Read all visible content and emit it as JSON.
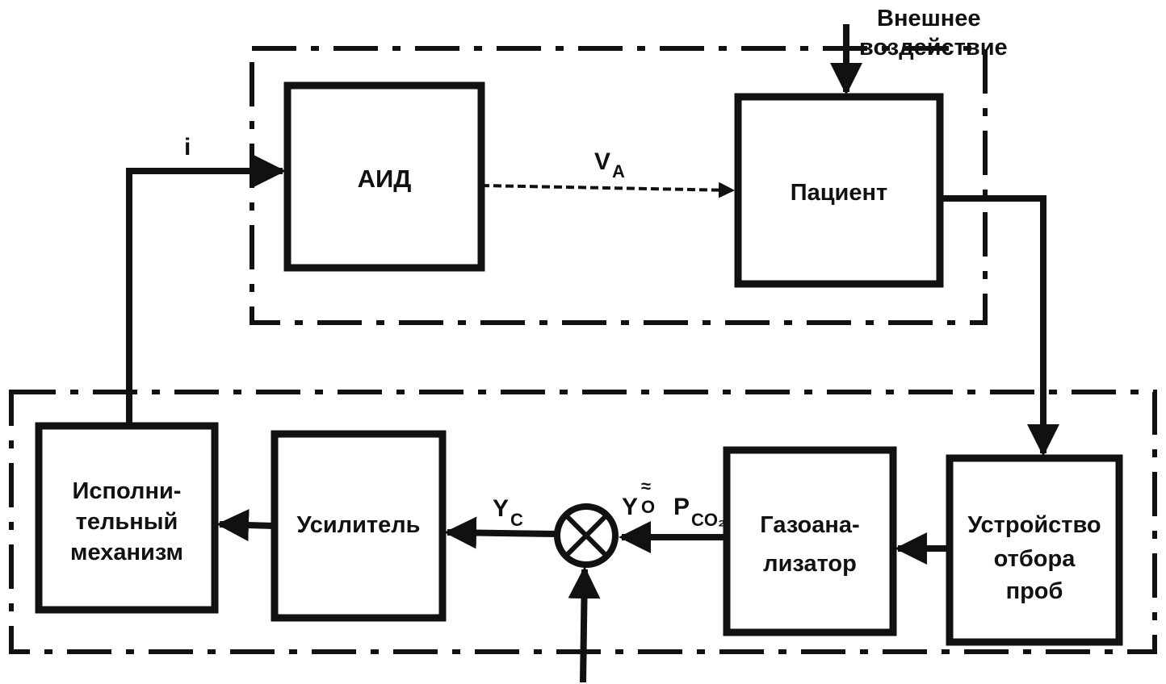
{
  "external_input": {
    "line1": "Внешнее",
    "line2": "воздействие"
  },
  "blocks": {
    "aid": {
      "label": "АИД"
    },
    "patient": {
      "label": "Пациент"
    },
    "actuator": {
      "line1": "Исполни-",
      "line2": "тельный",
      "line3": "механизм"
    },
    "amplifier": {
      "label": "Усилитель"
    },
    "gas_analyzer": {
      "line1": "Газоана-",
      "line2": "лизатор"
    },
    "sampler": {
      "line1": "Устройство",
      "line2": "отбора",
      "line3": "проб"
    }
  },
  "signals": {
    "i": {
      "label": "i"
    },
    "va": {
      "main": "V",
      "sub": "A"
    },
    "yc": {
      "main": "Y",
      "sub": "C"
    },
    "yo": {
      "main": "Y",
      "sub": "O",
      "accent": "≈"
    },
    "pco2": {
      "main": "P",
      "sub": "CO₂"
    }
  }
}
